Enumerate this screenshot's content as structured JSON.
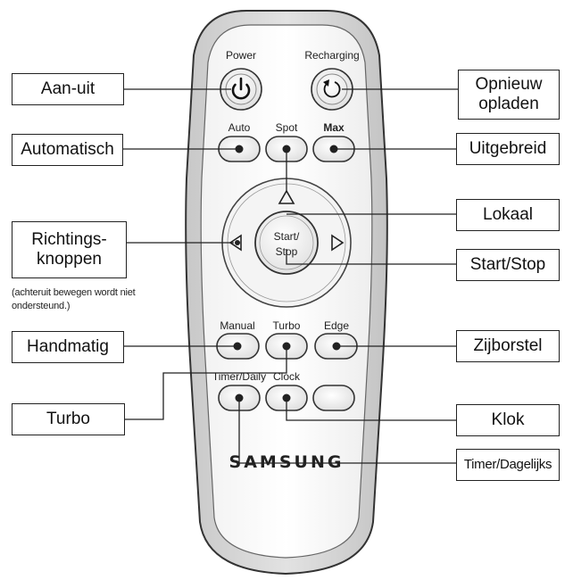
{
  "remote": {
    "buttons": {
      "power": "Power",
      "recharging": "Recharging",
      "auto": "Auto",
      "spot": "Spot",
      "max": "Max",
      "start_stop_line1": "Start/",
      "start_stop_line2": "Stop",
      "manual": "Manual",
      "turbo": "Turbo",
      "edge": "Edge",
      "timer_daily": "Timer/Daily",
      "clock": "Clock"
    },
    "brand": "SAMSUNG"
  },
  "callouts": {
    "aan_uit": "Aan-uit",
    "opnieuw_opladen": "Opnieuw opladen",
    "automatisch": "Automatisch",
    "uitgebreid": "Uitgebreid",
    "lokaal": "Lokaal",
    "richtingsknoppen": "Richtings- knoppen",
    "richtingsknoppen_note": "(achteruit bewegen wordt niet ondersteund.)",
    "start_stop": "Start/Stop",
    "handmatig": "Handmatig",
    "zijborstel": "Zijborstel",
    "turbo": "Turbo",
    "klok": "Klok",
    "timer_dagelijks": "Timer/Dagelijks"
  }
}
